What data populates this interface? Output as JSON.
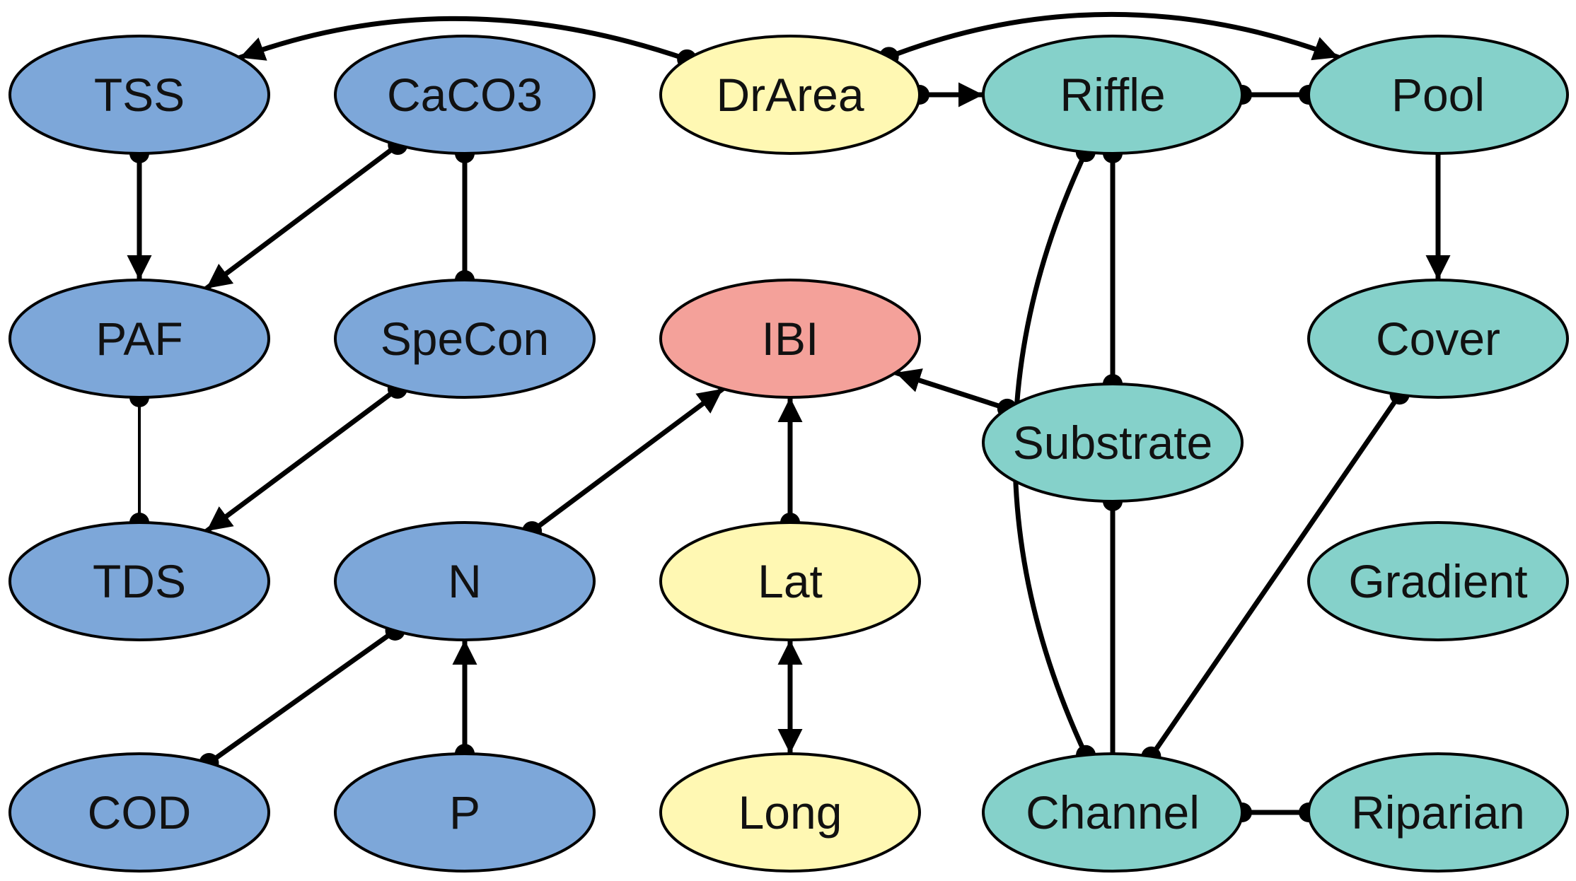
{
  "diagram": {
    "type": "causal-graph",
    "colors": {
      "blue": "#7da7d9",
      "yellow": "#fff8b3",
      "red": "#f4a19a",
      "teal": "#85d1ca",
      "line": "#000000"
    },
    "nodes": [
      {
        "id": "TSS",
        "label": "TSS",
        "group": "blue"
      },
      {
        "id": "CaCO3",
        "label": "CaCO3",
        "group": "blue"
      },
      {
        "id": "DrArea",
        "label": "DrArea",
        "group": "yellow"
      },
      {
        "id": "Riffle",
        "label": "Riffle",
        "group": "teal"
      },
      {
        "id": "Pool",
        "label": "Pool",
        "group": "teal"
      },
      {
        "id": "PAF",
        "label": "PAF",
        "group": "blue"
      },
      {
        "id": "SpeCon",
        "label": "SpeCon",
        "group": "blue"
      },
      {
        "id": "IBI",
        "label": "IBI",
        "group": "red"
      },
      {
        "id": "Cover",
        "label": "Cover",
        "group": "teal"
      },
      {
        "id": "Substrate",
        "label": "Substrate",
        "group": "teal"
      },
      {
        "id": "TDS",
        "label": "TDS",
        "group": "blue"
      },
      {
        "id": "N",
        "label": "N",
        "group": "blue"
      },
      {
        "id": "Lat",
        "label": "Lat",
        "group": "yellow"
      },
      {
        "id": "Gradient",
        "label": "Gradient",
        "group": "teal"
      },
      {
        "id": "COD",
        "label": "COD",
        "group": "blue"
      },
      {
        "id": "P",
        "label": "P",
        "group": "blue"
      },
      {
        "id": "Long",
        "label": "Long",
        "group": "yellow"
      },
      {
        "id": "Channel",
        "label": "Channel",
        "group": "teal"
      },
      {
        "id": "Riparian",
        "label": "Riparian",
        "group": "teal"
      }
    ],
    "edges": [
      {
        "from": "DrArea",
        "to": "TSS",
        "tail": "circle",
        "head": "arrow"
      },
      {
        "from": "DrArea",
        "to": "Pool",
        "tail": "circle",
        "head": "arrow"
      },
      {
        "from": "DrArea",
        "to": "Riffle",
        "tail": "circle",
        "head": "arrow"
      },
      {
        "from": "Riffle",
        "to": "Pool",
        "tail": "circle",
        "head": "circle"
      },
      {
        "from": "TSS",
        "to": "PAF",
        "tail": "circle",
        "head": "arrow"
      },
      {
        "from": "CaCO3",
        "to": "PAF",
        "tail": "circle",
        "head": "arrow"
      },
      {
        "from": "CaCO3",
        "to": "SpeCon",
        "tail": "circle",
        "head": "circle"
      },
      {
        "from": "PAF",
        "to": "TDS",
        "tail": "circle",
        "head": "circle",
        "thin": true
      },
      {
        "from": "SpeCon",
        "to": "TDS",
        "tail": "circle",
        "head": "arrow"
      },
      {
        "from": "N",
        "to": "IBI",
        "tail": "circle",
        "head": "arrow"
      },
      {
        "from": "Lat",
        "to": "IBI",
        "tail": "circle",
        "head": "arrow"
      },
      {
        "from": "Substrate",
        "to": "IBI",
        "tail": "circle",
        "head": "arrow"
      },
      {
        "from": "Lat",
        "to": "Long",
        "tail": "arrow",
        "head": "arrow"
      },
      {
        "from": "COD",
        "to": "N",
        "tail": "circle",
        "head": "circle"
      },
      {
        "from": "P",
        "to": "N",
        "tail": "circle",
        "head": "arrow"
      },
      {
        "from": "Riffle",
        "to": "Substrate",
        "tail": "circle",
        "head": "circle"
      },
      {
        "from": "Substrate",
        "to": "Channel",
        "tail": "circle",
        "head": "none"
      },
      {
        "from": "Pool",
        "to": "Cover",
        "tail": "none",
        "head": "arrow"
      },
      {
        "from": "Cover",
        "to": "Channel",
        "tail": "circle",
        "head": "circle"
      },
      {
        "from": "Riffle",
        "to": "Channel",
        "tail": "circle",
        "head": "circle"
      },
      {
        "from": "Channel",
        "to": "Riparian",
        "tail": "circle",
        "head": "circle"
      }
    ]
  }
}
